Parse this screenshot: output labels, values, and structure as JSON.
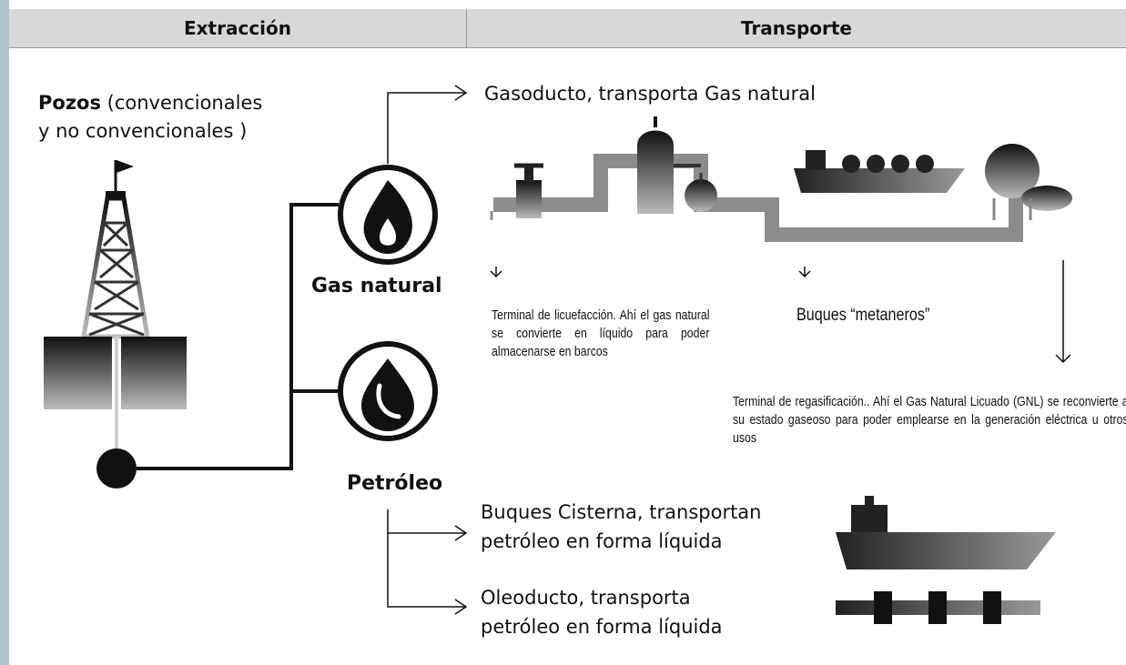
{
  "header": {
    "left": "Extracción",
    "right": "Transporte"
  },
  "pozos": {
    "bold": "Pozos",
    "rest_line1": " (convencionales",
    "line2": "y no convencionales )"
  },
  "nodes": {
    "gas": "Gas natural",
    "oil": "Petróleo"
  },
  "gas_routes": {
    "gasoducto": "Gasoducto, transporta Gas natural",
    "licuefaccion": "Terminal de licuefacción. Ahí el gas natural se convierte en líquido para poder almacenarse en barcos",
    "metaneros": "Buques “metaneros”",
    "regasificacion": "Terminal de regasificación.. Ahí el Gas Natural Licuado (GNL) se reconvierte a su estado gaseoso para poder emplearse en la generación eléctrica u otros usos"
  },
  "oil_routes": {
    "cisterna_l1": "Buques Cisterna, transportan",
    "cisterna_l2": "petróleo en forma líquida",
    "oleoducto_l1": "Oleoducto, transporta",
    "oleoducto_l2": "petróleo en forma líquida"
  },
  "icons": [
    "well-derrick-icon",
    "flame-icon",
    "oil-drop-icon",
    "valve-icon",
    "gas-tank-icon",
    "lng-ship-icon",
    "spherical-tank-icon",
    "tanker-ship-icon",
    "pipeline-icon"
  ],
  "colors": {
    "background": "#a9c6cc",
    "header": "#d8d8d8",
    "pipe": "#8c8c8c",
    "ink": "#111111"
  }
}
